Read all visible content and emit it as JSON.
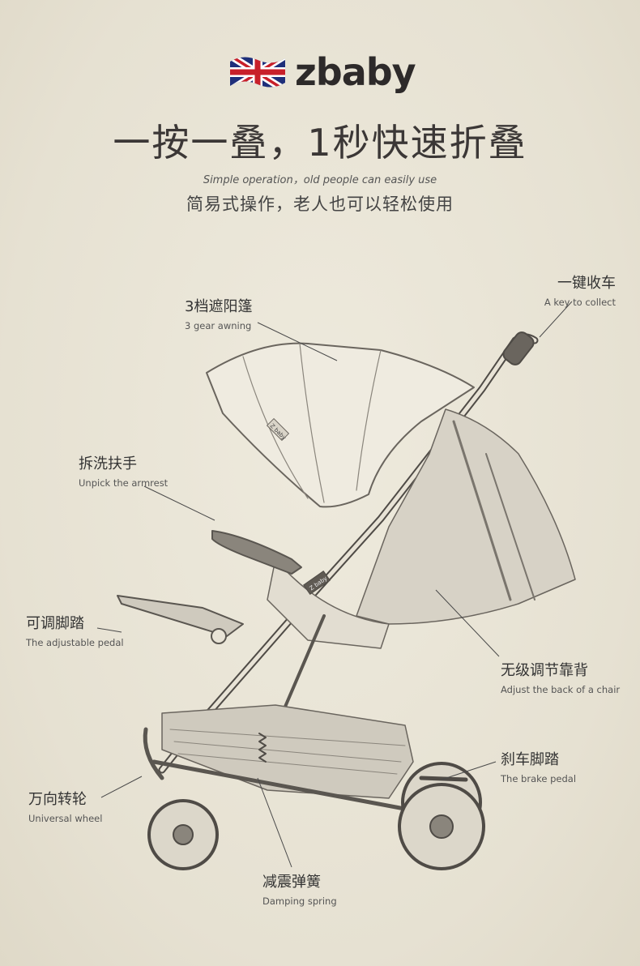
{
  "brand": {
    "name": "zbaby",
    "flag_icon": "union-jack-flag-icon"
  },
  "headline": "一按一叠，1秒快速折叠",
  "subtitle_en": "Simple operation，old people can easily use",
  "subtitle_cn": "简易式操作，老人也可以轻松使用",
  "features": [
    {
      "cn": "3档遮阳篷",
      "en": "3 gear awning"
    },
    {
      "cn": "一键收车",
      "en": "A key to collect"
    },
    {
      "cn": "拆洗扶手",
      "en": "Unpick the armrest"
    },
    {
      "cn": "可调脚踏",
      "en": "The adjustable pedal"
    },
    {
      "cn": "无级调节靠背",
      "en": "Adjust the back of a chair"
    },
    {
      "cn": "刹车脚踏",
      "en": "The brake pedal"
    },
    {
      "cn": "万向转轮",
      "en": "Universal wheel"
    },
    {
      "cn": "减震弹簧",
      "en": "Damping spring"
    }
  ],
  "canopy_tag": "Z baby",
  "seat_tag": "Z baby",
  "colors": {
    "background": "#e9e4d6",
    "text": "#333333",
    "line": "#4a4a4a"
  }
}
